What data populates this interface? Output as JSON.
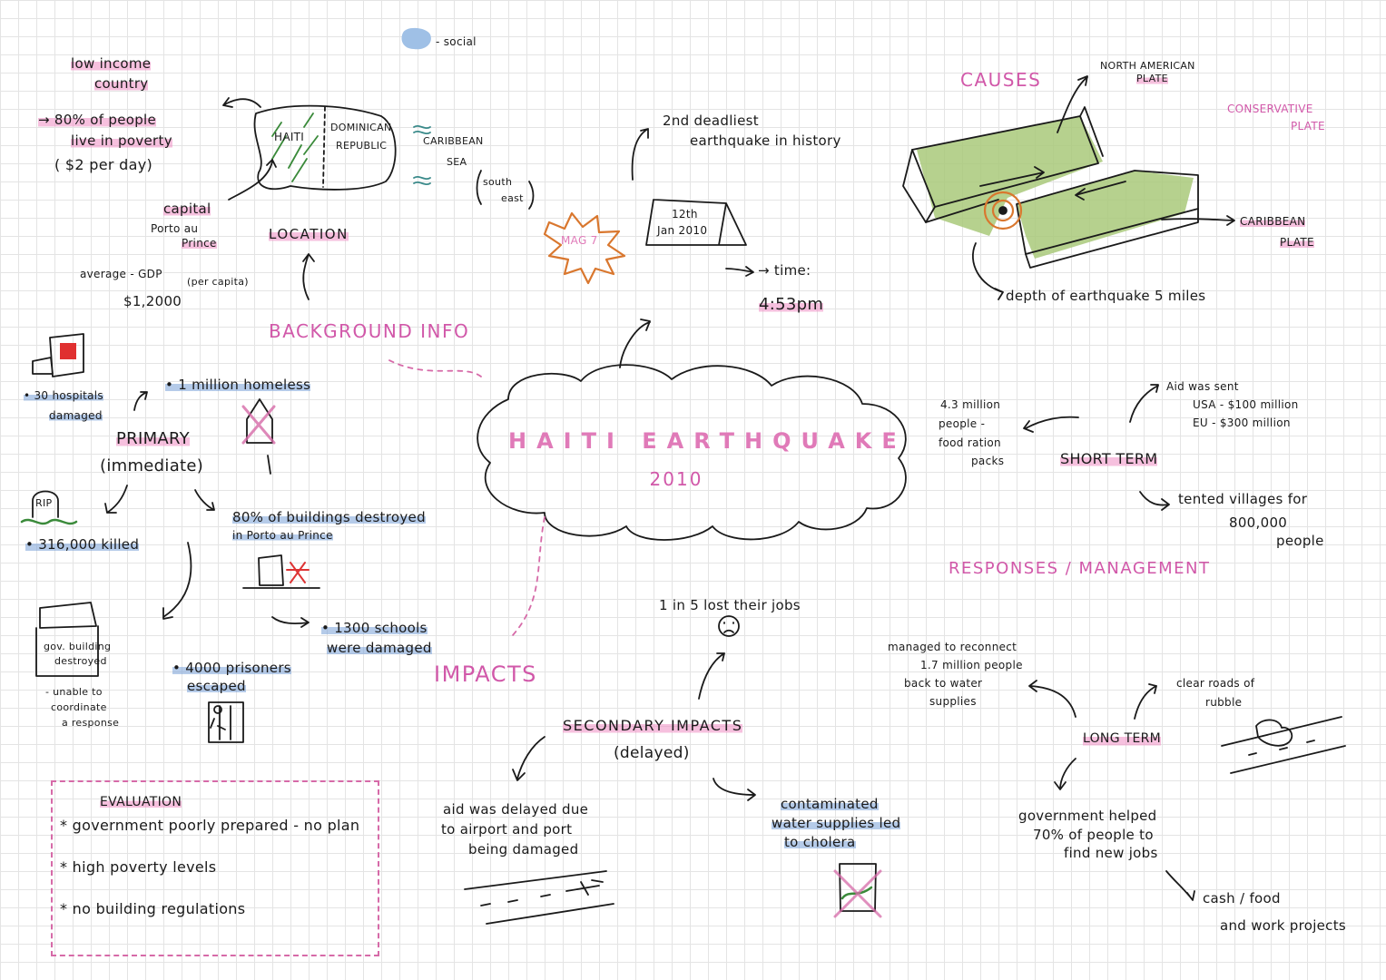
{
  "legend": {
    "social": "- social"
  },
  "center": {
    "title": "HAITI EARTHQUAKE",
    "year": "2010"
  },
  "headings": {
    "background": "BACKGROUND INFO",
    "location": "LOCATION",
    "causes": "CAUSES",
    "impacts": "IMPACTS",
    "responses": "RESPONSES / MANAGEMENT",
    "primary": "PRIMARY",
    "primary_sub": "(immediate)",
    "secondary": "SECONDARY IMPACTS",
    "secondary_sub": "(delayed)",
    "short_term": "SHORT TERM",
    "long_term": "LONG TERM",
    "evaluation": "EVALUATION"
  },
  "background": {
    "low_income_1": "low income",
    "low_income_2": "country",
    "poverty_1": "→ 80% of people",
    "poverty_2": "live in poverty",
    "poverty_3": "( $2 per day)",
    "capital_1": "capital",
    "capital_2": "Porto au",
    "capital_3": "Prince",
    "gdp_1": "average - GDP",
    "gdp_per": "(per capita)",
    "gdp_2": "$1,2000",
    "map_haiti": "HAITI",
    "map_dr_1": "DOMINICAN",
    "map_dr_2": "REPUBLIC",
    "sea_1": "CARIBBEAN",
    "sea_2": "SEA",
    "south_east_1": "south",
    "south_east_2": "east"
  },
  "event": {
    "magnitude": "MAG 7",
    "date_1": "12th",
    "date_2": "Jan 2010",
    "deadliest_1": "2nd deadliest",
    "deadliest_2": "earthquake in history",
    "time_label": "→ time:",
    "time_value": "4:53pm"
  },
  "causes": {
    "north_plate_1": "NORTH AMERICAN",
    "north_plate_2": "PLATE",
    "conservative_1": "CONSERVATIVE",
    "conservative_2": "PLATE",
    "caribbean_plate_1": "CARIBBEAN",
    "caribbean_plate_2": "PLATE",
    "depth": "depth of earthquake 5 miles"
  },
  "primary": {
    "hospitals_1": "• 30 hospitals",
    "hospitals_2": "damaged",
    "homeless": "• 1 million homeless",
    "rip": "RIP",
    "killed": "• 316,000 killed",
    "buildings_1": "80% of buildings destroyed",
    "buildings_2": "in Porto au Prince",
    "schools_1": "• 1300 schools",
    "schools_2": "were damaged",
    "gov_1": "gov. building",
    "gov_2": "destroyed",
    "coordinate_1": "- unable to",
    "coordinate_2": "coordinate",
    "coordinate_3": "a response",
    "prisoners_1": "• 4000 prisoners",
    "prisoners_2": "escaped"
  },
  "secondary": {
    "jobs": "1 in 5 lost their jobs",
    "aid_1": "aid was delayed due",
    "aid_2": "to airport and port",
    "aid_3": "being damaged",
    "water_1": "contaminated",
    "water_2": "water supplies led",
    "water_3": "to cholera"
  },
  "short_term": {
    "aid_1": "Aid was sent",
    "aid_2": "USA - $100 million",
    "aid_3": "EU - $300 million",
    "food_1": "4.3 million",
    "food_2": "people -",
    "food_3": "food ration",
    "food_4": "packs",
    "tents_1": "tented villages for",
    "tents_2": "800,000",
    "tents_3": "people"
  },
  "long_term": {
    "water_1": "managed to reconnect",
    "water_2": "1.7 million people",
    "water_3": "back to water",
    "water_4": "supplies",
    "roads_1": "clear roads of",
    "roads_2": "rubble",
    "jobs_1": "government helped",
    "jobs_2": "70% of people to",
    "jobs_3": "find new jobs",
    "cash_1": "cash / food",
    "cash_2": "and work projects"
  },
  "evaluation": {
    "item_1": "* government poorly prepared - no plan",
    "item_2": "* high poverty levels",
    "item_3": "* no building regulations"
  },
  "colors": {
    "pink_heading": "#d158a9",
    "pink_highlight": "#f096c8",
    "blue_highlight": "#78a0d7",
    "green_plate": "#a9c97a",
    "orange_star": "#d9772e",
    "ink": "#1a1a1a"
  }
}
